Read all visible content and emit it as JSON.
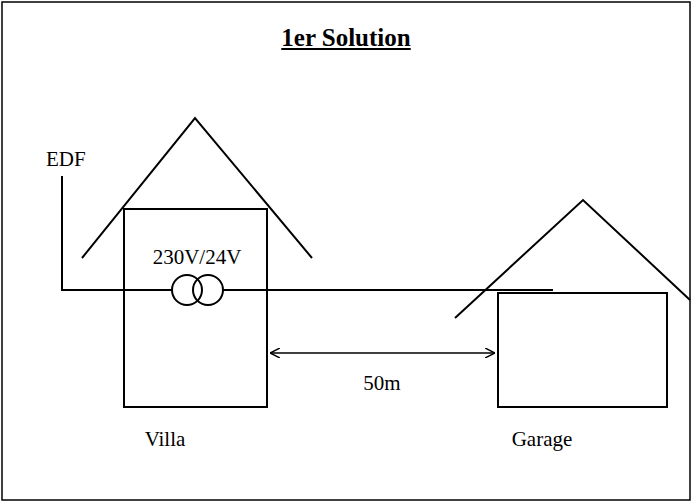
{
  "diagram": {
    "title": "1er Solution",
    "nodes": [
      {
        "text": [
          "230V/24V",
          "Villa"
        ]
      },
      {
        "text": [
          "Garage"
        ]
      }
    ],
    "edges": [
      {
        "from": 0,
        "to": 1,
        "arrow": "none"
      }
    ],
    "labels": [
      "EDF",
      "50m"
    ]
  }
}
